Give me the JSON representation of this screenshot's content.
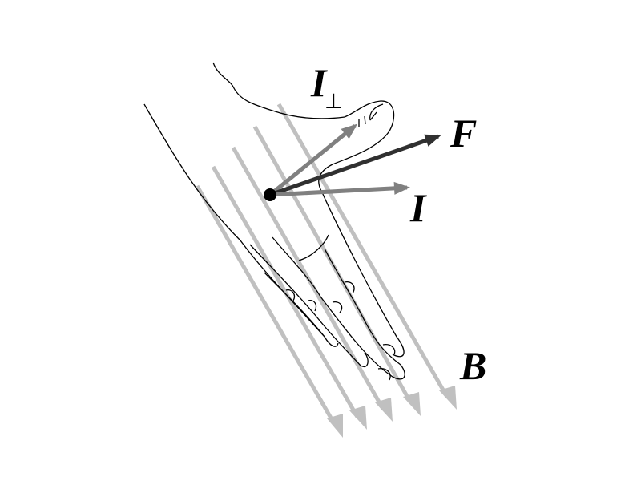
{
  "labels": {
    "i_perp": "I",
    "i_perp_subscript": "⊥",
    "force": "F",
    "current": "I",
    "field": "B"
  },
  "colors": {
    "field_lines": "#c0c0c0",
    "current_arrow": "#808080",
    "force_arrow": "#303030",
    "outline": "#000000"
  }
}
